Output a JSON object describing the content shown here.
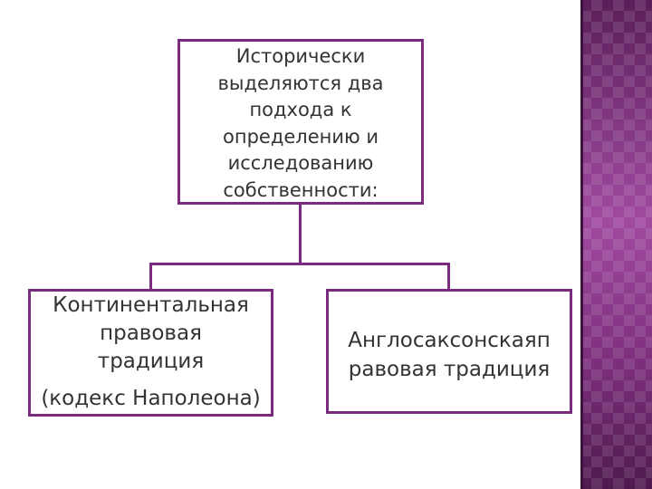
{
  "diagram": {
    "root": {
      "lines": [
        "Исторически",
        "выделяются два",
        "подхода к",
        "определению и",
        "исследованию",
        "собственности:"
      ]
    },
    "children": [
      {
        "lines": [
          "Континентальная",
          "правовая",
          "традиция"
        ],
        "sub": "(кодекс Наполеона)"
      },
      {
        "lines": [
          "Англосаксонскаяп",
          "равовая традиция"
        ]
      }
    ]
  },
  "theme": {
    "accent": "#7b2b7d",
    "side_panel": "#7a2b78",
    "text": "#333333"
  }
}
